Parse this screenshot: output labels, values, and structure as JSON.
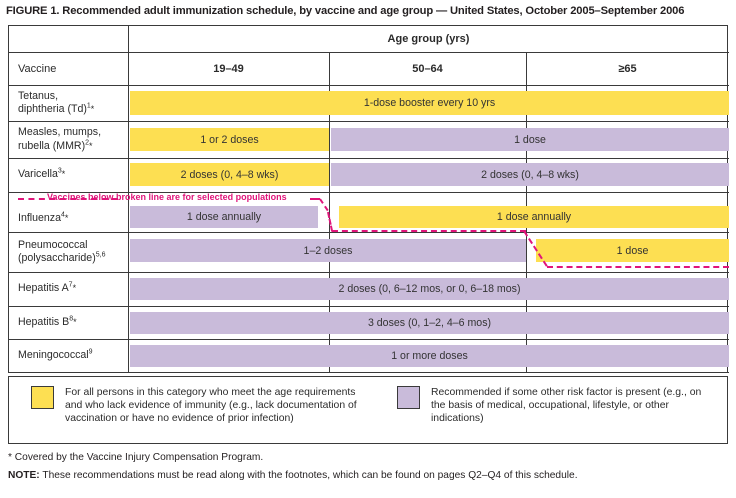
{
  "title": "FIGURE 1. Recommended adult immunization schedule, by vaccine and age group — United States, October 2005–September 2006",
  "colors": {
    "yellow": "#FDDF52",
    "purple": "#C9BBDA",
    "broken_line": "#E0157B",
    "border": "#3a3a3a"
  },
  "table": {
    "age_group_header": "Age group (yrs)",
    "vaccine_header": "Vaccine",
    "age_columns": [
      "19–49",
      "50–64",
      "≥65"
    ],
    "rows": [
      {
        "vaccine_lines": [
          "Tetanus,",
          "diphtheria (Td)"
        ],
        "footnote": "1",
        "asterisk": true,
        "bars": [
          {
            "label": "1-dose booster every 10 yrs",
            "color": "yellow",
            "span": "all"
          }
        ]
      },
      {
        "vaccine_lines": [
          "Measles, mumps,",
          "rubella (MMR)"
        ],
        "footnote": "2",
        "asterisk": true,
        "bars": [
          {
            "label": "1 or 2 doses",
            "color": "yellow",
            "span": "col1"
          },
          {
            "label": "1 dose",
            "color": "purple",
            "span": "col2-3"
          }
        ]
      },
      {
        "vaccine_lines": [
          "Varicella"
        ],
        "footnote": "3",
        "asterisk": true,
        "bars": [
          {
            "label": "2 doses (0, 4–8 wks)",
            "color": "yellow",
            "span": "col1"
          },
          {
            "label": "2 doses (0, 4–8 wks)",
            "color": "purple",
            "span": "col2-3"
          }
        ]
      },
      {
        "vaccine_lines": [
          "Influenza"
        ],
        "footnote": "4",
        "asterisk": true,
        "bars": [
          {
            "label": "1 dose annually",
            "color": "purple",
            "span": "col1"
          },
          {
            "label": "1 dose annually",
            "color": "yellow",
            "span": "col2-3"
          }
        ]
      },
      {
        "vaccine_lines": [
          "Pneumococcal",
          "(polysaccharide)"
        ],
        "footnote": "5,6",
        "asterisk": false,
        "bars": [
          {
            "label": "1–2 doses",
            "color": "purple",
            "span": "col1-2"
          },
          {
            "label": "1 dose",
            "color": "yellow",
            "span": "col3"
          }
        ]
      },
      {
        "vaccine_lines": [
          "Hepatitis A"
        ],
        "footnote": "7",
        "asterisk": true,
        "bars": [
          {
            "label": "2 doses (0, 6–12 mos, or 0, 6–18 mos)",
            "color": "purple",
            "span": "all"
          }
        ]
      },
      {
        "vaccine_lines": [
          "Hepatitis B"
        ],
        "footnote": "8",
        "asterisk": true,
        "bars": [
          {
            "label": "3 doses (0, 1–2, 4–6 mos)",
            "color": "purple",
            "span": "all"
          }
        ]
      },
      {
        "vaccine_lines": [
          "Meningococcal"
        ],
        "footnote": "9",
        "asterisk": false,
        "bars": [
          {
            "label": "1 or more doses",
            "color": "purple",
            "span": "all"
          }
        ]
      }
    ],
    "broken_line_note": "Vaccines below broken line are for selected populations"
  },
  "legend": {
    "yellow_text": "For all persons in this category who meet the age requirements and who lack evidence of immunity (e.g., lack documentation of vaccination or have no evidence of prior infection)",
    "purple_text": "Recommended if some other risk factor is present (e.g., on the basis of medical, occupational, lifestyle, or other indications)"
  },
  "footnotes": {
    "asterisk_note": "* Covered by the Vaccine Injury Compensation Program.",
    "note_label": "NOTE:",
    "note_text": " These recommendations must be read along with the footnotes, which can be found on pages Q2–Q4 of this schedule."
  }
}
